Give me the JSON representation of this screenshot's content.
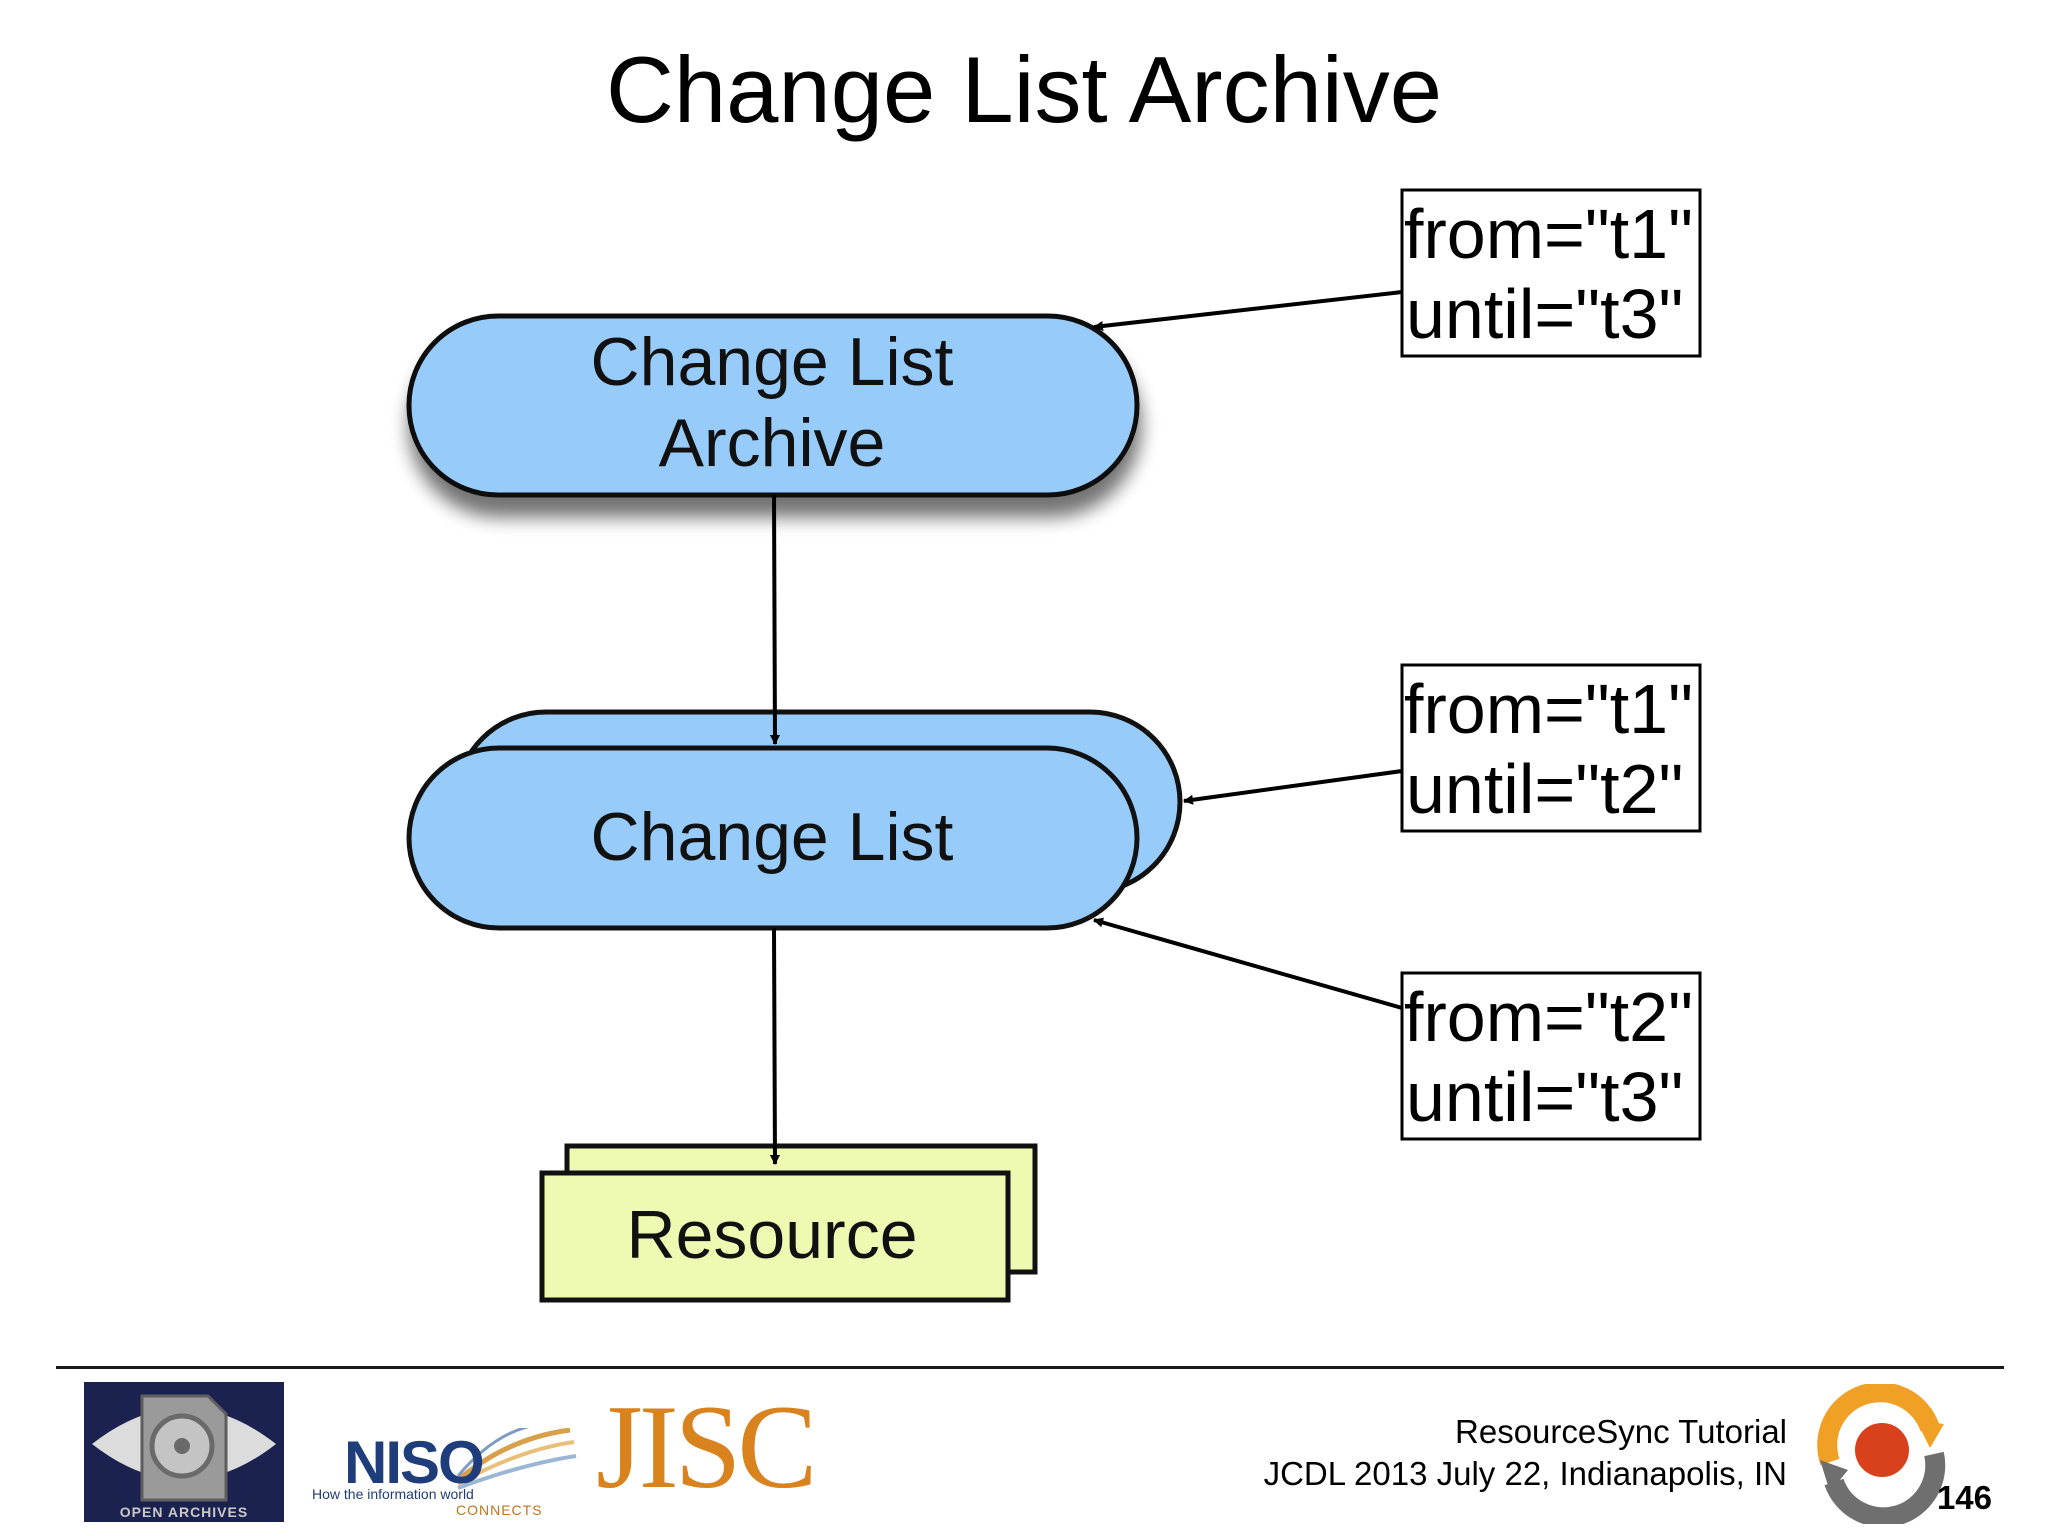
{
  "title": "Change List Archive",
  "nodes": {
    "archive": {
      "line1": "Change List",
      "line2": "Archive"
    },
    "change_list": {
      "label": "Change List"
    },
    "resource": {
      "label": "Resource"
    }
  },
  "tags": {
    "archive_range": {
      "from": "from=\"t1\"",
      "until": "until=\"t3\""
    },
    "list_range_1": {
      "from": "from=\"t1\"",
      "until": "until=\"t2\""
    },
    "list_range_2": {
      "from": "from=\"t2\"",
      "until": "until=\"t3\""
    }
  },
  "colors": {
    "node_fill": "#96cbfa",
    "resource_fill": "#eefab1",
    "jisc_orange": "#d9831f",
    "niso_blue": "#1f3d7a"
  },
  "footer": {
    "line1": "ResourceSync Tutorial",
    "line2": "JCDL 2013 July 22, Indianapolis, IN",
    "page_number": "146"
  },
  "logos": {
    "open_archives": "OPEN ARCHIVES",
    "niso": "NISO",
    "niso_tagline_1": "How the information world",
    "niso_tagline_2": "CONNECTS",
    "jisc": "JISC"
  }
}
